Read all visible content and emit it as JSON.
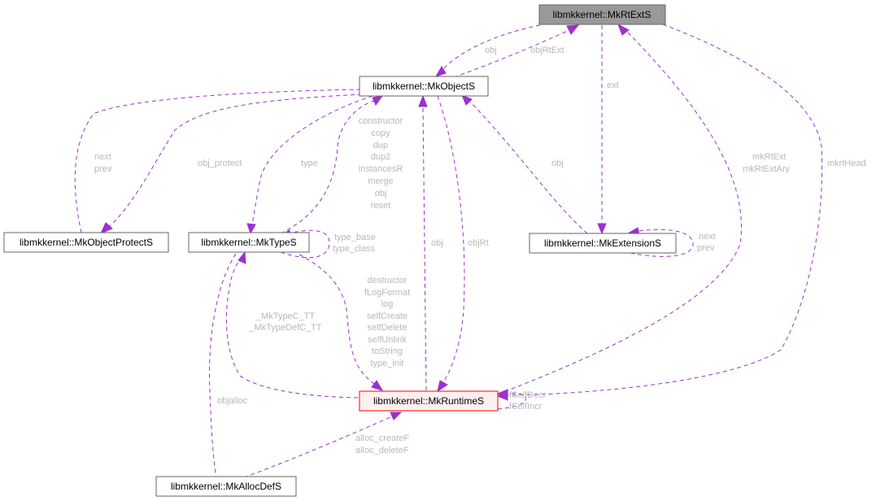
{
  "diagram": {
    "type": "collaboration-graph",
    "colors": {
      "edge": "#9a32cd",
      "edge_label": "#b8b8b8",
      "focus_node_fill": "#999999",
      "red_node_border": "#ff0000",
      "red_node_fill": "#fff0f0"
    },
    "nodes": {
      "rtext": "libmkkernel::MkRtExtS",
      "object": "libmkkernel::MkObjectS",
      "protect": "libmkkernel::MkObjectProtectS",
      "type": "libmkkernel::MkTypeS",
      "extension": "libmkkernel::MkExtensionS",
      "runtime": "libmkkernel::MkRuntimeS",
      "allocdef": "libmkkernel::MkAllocDefS"
    },
    "edges": {
      "object_to_rtext": [
        "obj"
      ],
      "rtext_to_object": [
        "objRtExt"
      ],
      "rtext_to_extension": [
        "ext"
      ],
      "protect_to_object": [
        "next",
        "prev"
      ],
      "object_to_protect": [
        "obj_protect"
      ],
      "object_to_type": [
        "type"
      ],
      "type_to_object": [
        "constructor",
        "copy",
        "dup",
        "dup2",
        "instancesR",
        "merge",
        "obj",
        "reset"
      ],
      "type_self": [
        "type_base",
        "type_class"
      ],
      "extension_to_object": [
        "obj"
      ],
      "extension_self": [
        "next",
        "prev"
      ],
      "runtime_to_object": [
        "obj"
      ],
      "object_to_runtime": [
        "objRt"
      ],
      "runtime_to_rtext": [
        "mkRtExt",
        "mkRtExtAry"
      ],
      "rtext_to_runtime": [
        "mkrtHead"
      ],
      "type_to_runtime": [
        "destructor",
        "fLogFormat",
        "log",
        "selfCreate",
        "selfDelete",
        "selfUnlink",
        "toString",
        "type_init"
      ],
      "runtime_to_type": [
        "_MkTypeC_TT",
        "_MkTypeDefC_TT"
      ],
      "runtime_self": [
        "fSelfDecr",
        "fSelfIncr"
      ],
      "type_to_allocdef": [
        "objalloc"
      ],
      "allocdef_to_runtime": [
        "alloc_createF",
        "alloc_deleteF"
      ]
    }
  }
}
